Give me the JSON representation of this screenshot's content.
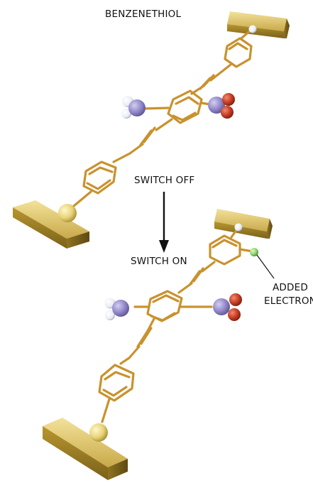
{
  "labels": {
    "title": "BENZENETHIOL",
    "switch_off": "SWITCH OFF",
    "switch_on": "SWITCH ON",
    "added_line1": "ADDED",
    "added_line2": "ELECTRON"
  },
  "colors": {
    "bond": "#C9922E",
    "gold_block": "#B8962E",
    "sulfur": "#E8D37A",
    "nitrogen": "#8F86C7",
    "oxygen": "#C43A22",
    "hydrogen": "#F2F4F8",
    "electron": "#8FD36E",
    "arrow": "#111111"
  }
}
